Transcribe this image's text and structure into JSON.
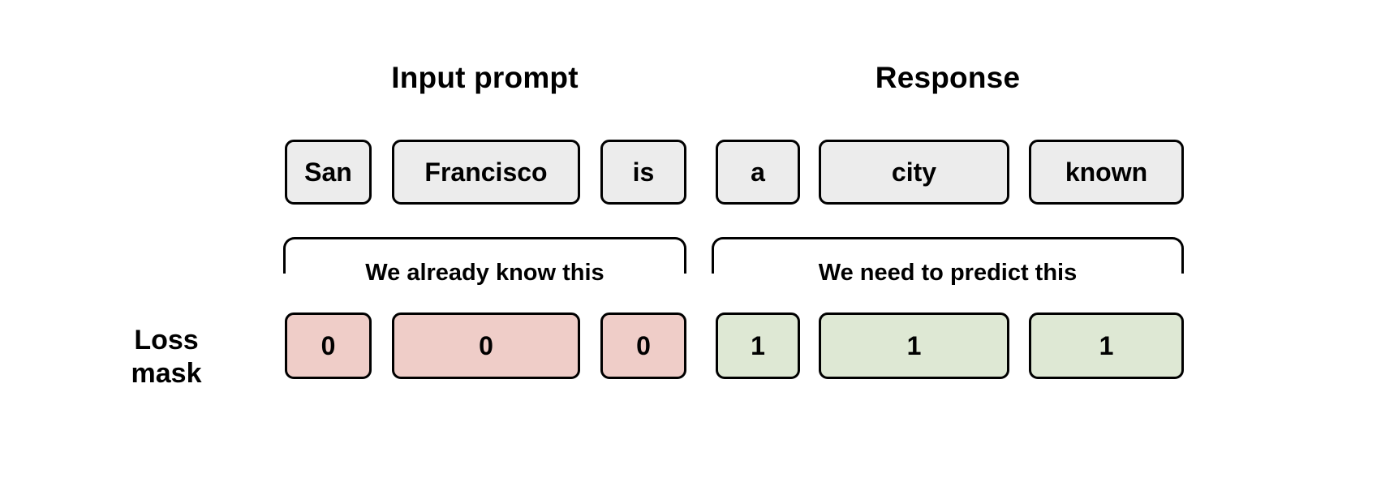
{
  "headers": {
    "input": "Input prompt",
    "response": "Response"
  },
  "tokens": [
    {
      "text": "San",
      "group": "input-prompt"
    },
    {
      "text": "Francisco",
      "group": "input-prompt"
    },
    {
      "text": "is",
      "group": "input-prompt"
    },
    {
      "text": "a",
      "group": "response"
    },
    {
      "text": "city",
      "group": "response"
    },
    {
      "text": "known",
      "group": "response"
    }
  ],
  "braces": {
    "prompt_label": "We already know this",
    "response_label": "We need to predict this"
  },
  "loss_mask": {
    "label_line1": "Loss",
    "label_line2": "mask",
    "values": [
      "0",
      "0",
      "0",
      "1",
      "1",
      "1"
    ]
  },
  "colors": {
    "token_bg": "#ececec",
    "mask_zero_bg": "#efcdc8",
    "mask_one_bg": "#dee8d4",
    "ink": "#000000",
    "background": "#ffffff"
  }
}
